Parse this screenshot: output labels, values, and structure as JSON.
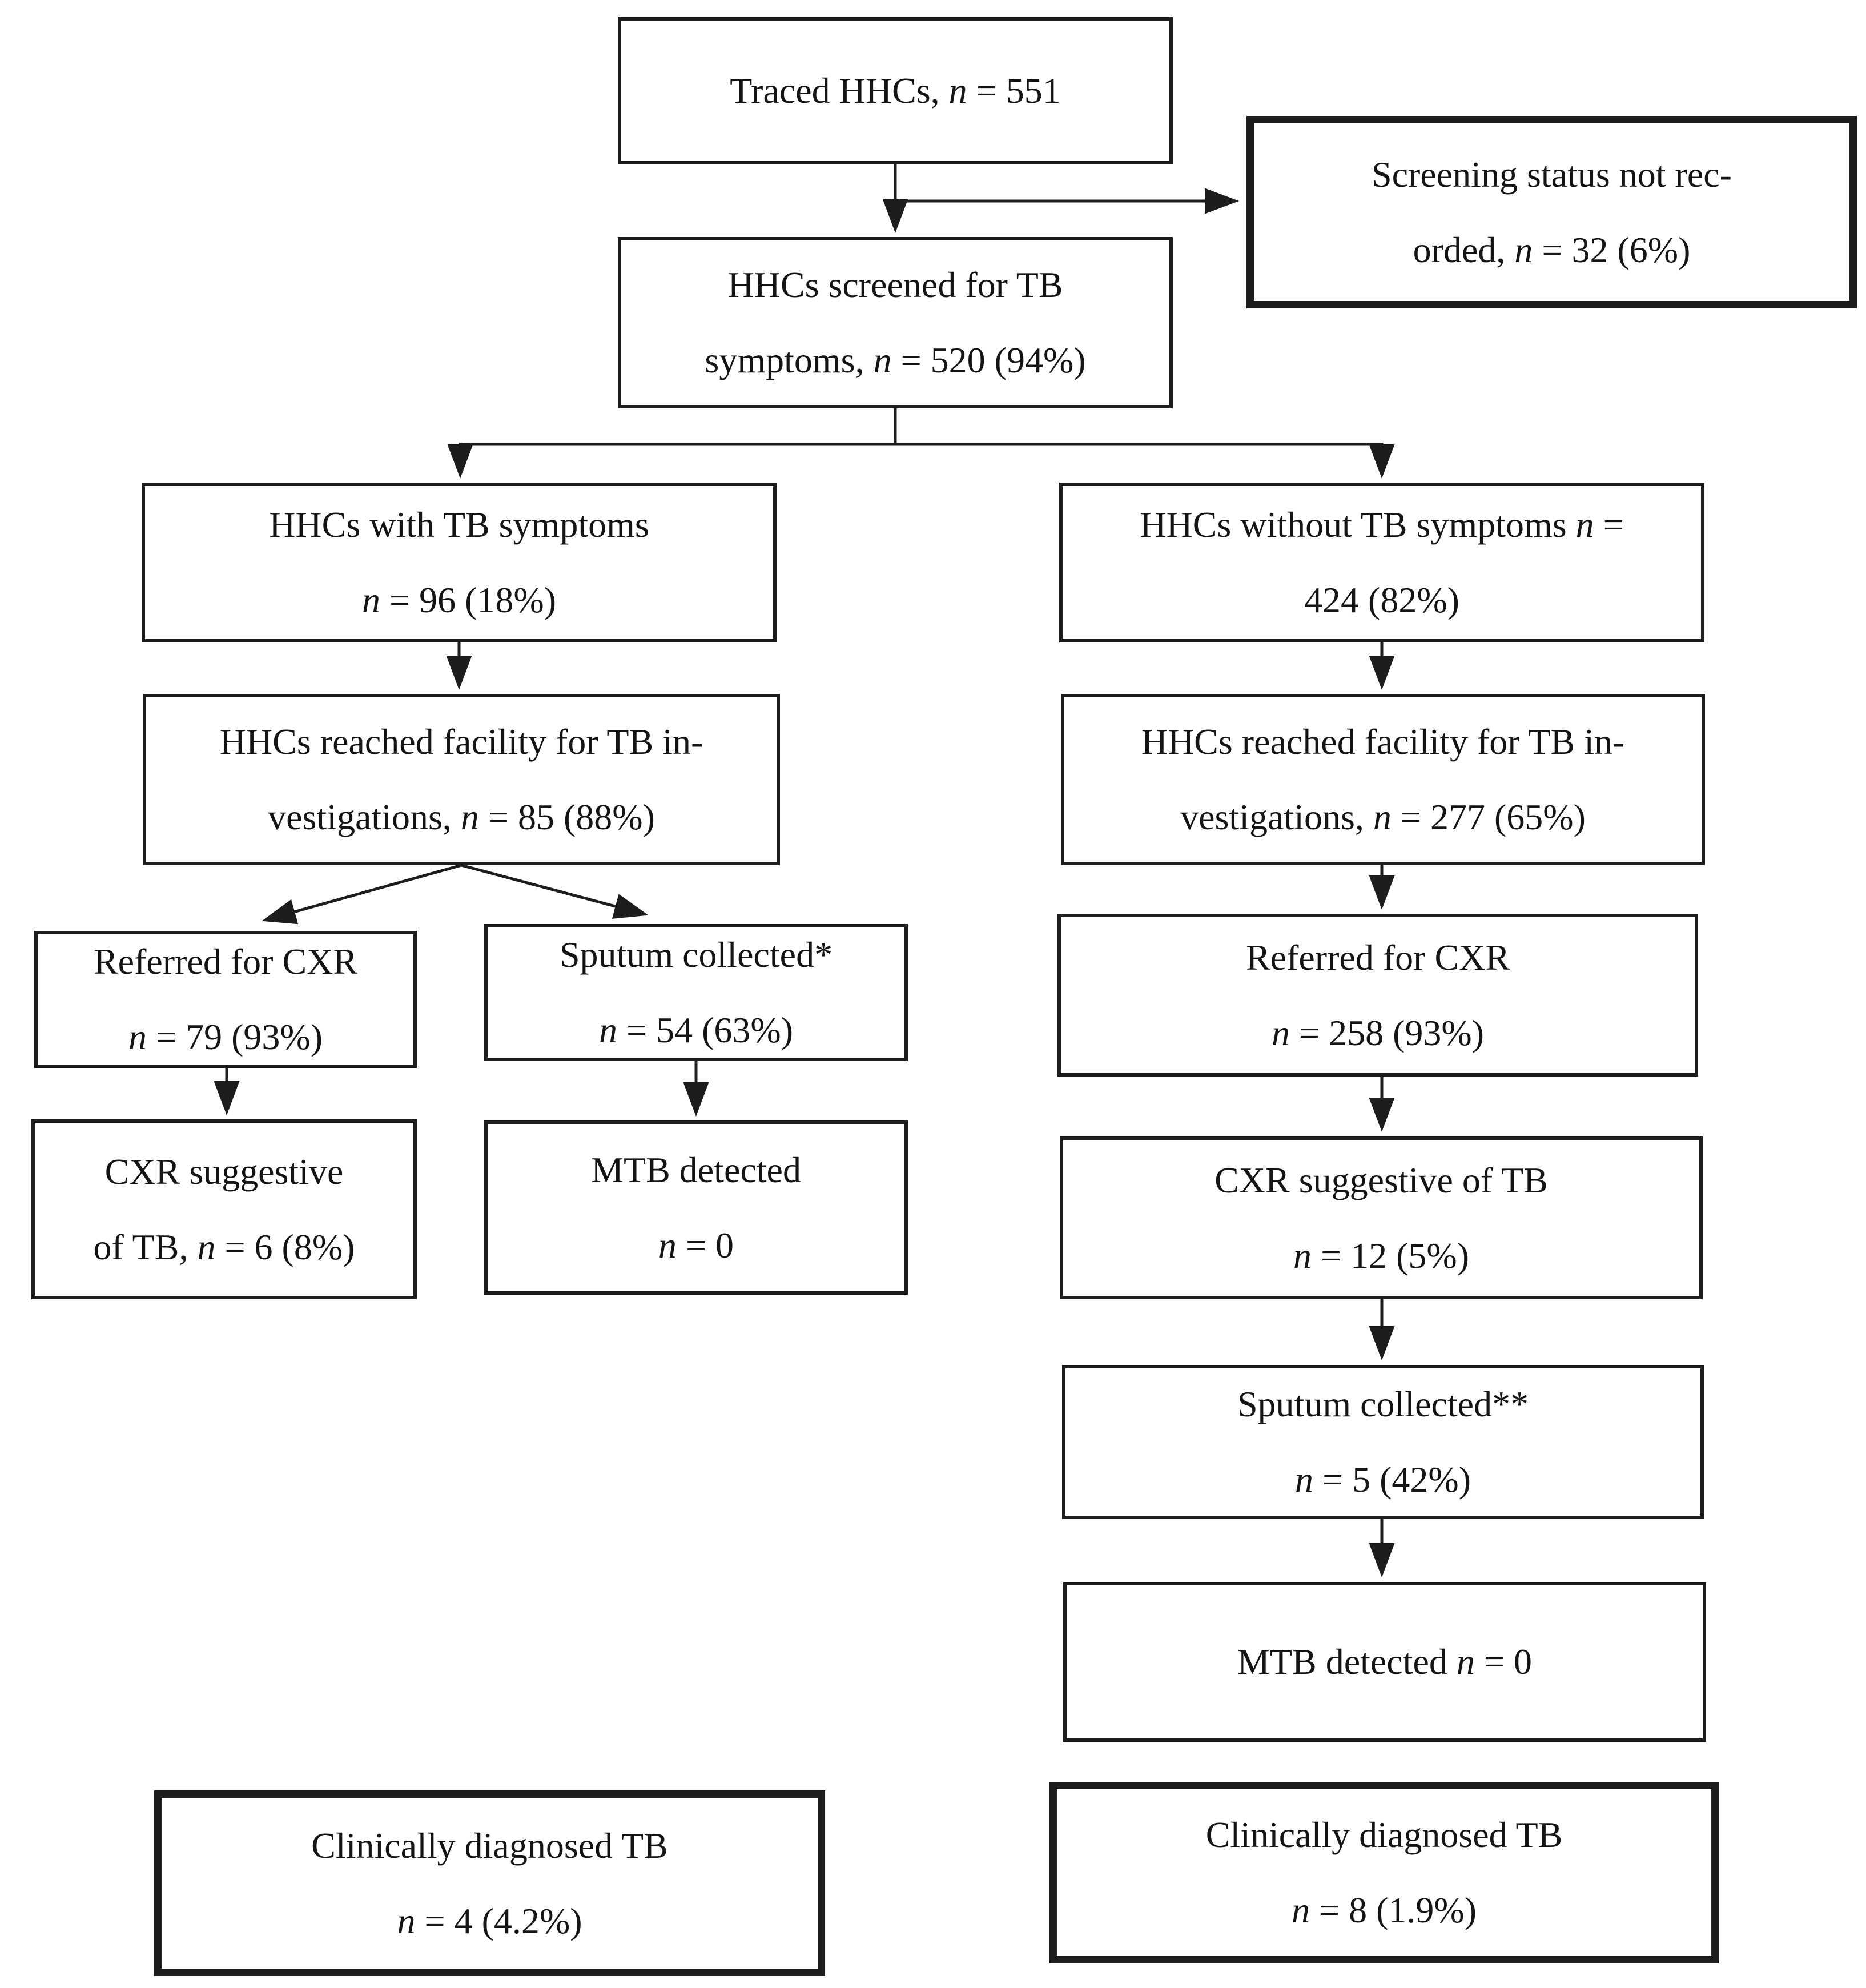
{
  "figure": {
    "title": "TB household contact (HHC) screening cascade flowchart",
    "type": "flowchart",
    "background": "#ffffff",
    "line_color": "#1d1d1d",
    "text_color": "#141414"
  },
  "boxes": [
    {
      "id": "traced",
      "emphasis": false,
      "lines": [
        [
          {
            "t": "Traced HHCs, "
          },
          {
            "t": "n",
            "i": true
          },
          {
            "t": " = 551"
          }
        ]
      ]
    },
    {
      "id": "screening_status",
      "emphasis": true,
      "lines": [
        [
          {
            "t": "Screening status not rec-"
          }
        ],
        [
          {
            "t": "orded, "
          },
          {
            "t": "n",
            "i": true
          },
          {
            "t": " = 32 (6%)"
          }
        ]
      ]
    },
    {
      "id": "screened",
      "emphasis": false,
      "lines": [
        [
          {
            "t": "HHCs screened for TB"
          }
        ],
        [
          {
            "t": "symptoms, "
          },
          {
            "t": "n",
            "i": true
          },
          {
            "t": " = 520 (94%)"
          }
        ]
      ]
    },
    {
      "id": "with_symptoms",
      "emphasis": false,
      "lines": [
        [
          {
            "t": "HHCs with TB symptoms"
          }
        ],
        [
          {
            "t": "n",
            "i": true
          },
          {
            "t": " = 96 (18%)"
          }
        ]
      ]
    },
    {
      "id": "without_symptoms",
      "emphasis": false,
      "lines": [
        [
          {
            "t": "HHCs without TB symptoms "
          },
          {
            "t": "n",
            "i": true
          },
          {
            "t": " ="
          }
        ],
        [
          {
            "t": "424 (82%)"
          }
        ]
      ]
    },
    {
      "id": "reached_left",
      "emphasis": false,
      "lines": [
        [
          {
            "t": "HHCs reached facility for TB in-"
          }
        ],
        [
          {
            "t": "vestigations, "
          },
          {
            "t": "n",
            "i": true
          },
          {
            "t": " = 85 (88%)"
          }
        ]
      ]
    },
    {
      "id": "reached_right",
      "emphasis": false,
      "lines": [
        [
          {
            "t": "HHCs reached facility for TB in-"
          }
        ],
        [
          {
            "t": "vestigations, "
          },
          {
            "t": "n",
            "i": true
          },
          {
            "t": " = 277 (65%)"
          }
        ]
      ]
    },
    {
      "id": "referred_left",
      "emphasis": false,
      "lines": [
        [
          {
            "t": "Referred for CXR"
          }
        ],
        [
          {
            "t": "n",
            "i": true
          },
          {
            "t": " = 79 (93%)"
          }
        ]
      ]
    },
    {
      "id": "sputum_left",
      "emphasis": false,
      "lines": [
        [
          {
            "t": "Sputum collected*"
          }
        ],
        [
          {
            "t": "n",
            "i": true
          },
          {
            "t": " = 54 (63%)"
          }
        ]
      ]
    },
    {
      "id": "cxr_left",
      "emphasis": false,
      "lines": [
        [
          {
            "t": "CXR suggestive"
          }
        ],
        [
          {
            "t": "of TB, "
          },
          {
            "t": "n",
            "i": true
          },
          {
            "t": " = 6 (8%)"
          }
        ]
      ]
    },
    {
      "id": "mtb_left",
      "emphasis": false,
      "lines": [
        [
          {
            "t": "MTB detected"
          }
        ],
        [
          {
            "t": "n",
            "i": true
          },
          {
            "t": " = 0"
          }
        ]
      ]
    },
    {
      "id": "referred_right",
      "emphasis": false,
      "lines": [
        [
          {
            "t": "Referred for CXR"
          }
        ],
        [
          {
            "t": "n",
            "i": true
          },
          {
            "t": " = 258 (93%)"
          }
        ]
      ]
    },
    {
      "id": "cxr_right",
      "emphasis": false,
      "lines": [
        [
          {
            "t": "CXR suggestive of TB"
          }
        ],
        [
          {
            "t": "n",
            "i": true
          },
          {
            "t": " = 12 (5%)"
          }
        ]
      ]
    },
    {
      "id": "sputum_right",
      "emphasis": false,
      "lines": [
        [
          {
            "t": "Sputum collected**"
          }
        ],
        [
          {
            "t": "n",
            "i": true
          },
          {
            "t": " = 5 (42%)"
          }
        ]
      ]
    },
    {
      "id": "mtb_right",
      "emphasis": false,
      "lines": [
        [
          {
            "t": "MTB detected "
          },
          {
            "t": "n",
            "i": true
          },
          {
            "t": " = 0"
          }
        ]
      ]
    },
    {
      "id": "clinical_left",
      "emphasis": true,
      "lines": [
        [
          {
            "t": "Clinically diagnosed TB"
          }
        ],
        [
          {
            "t": "n",
            "i": true
          },
          {
            "t": " = 4 (4.2%)"
          }
        ]
      ]
    },
    {
      "id": "clinical_right",
      "emphasis": true,
      "lines": [
        [
          {
            "t": "Clinically diagnosed TB"
          }
        ],
        [
          {
            "t": "n",
            "i": true
          },
          {
            "t": " = 8 (1.9%)"
          }
        ]
      ]
    }
  ],
  "edges": [
    {
      "from": "traced",
      "to": "screened"
    },
    {
      "from": "traced",
      "to": "screening_status"
    },
    {
      "from": "screened",
      "to": "with_symptoms"
    },
    {
      "from": "screened",
      "to": "without_symptoms"
    },
    {
      "from": "with_symptoms",
      "to": "reached_left"
    },
    {
      "from": "without_symptoms",
      "to": "reached_right"
    },
    {
      "from": "reached_left",
      "to": "referred_left"
    },
    {
      "from": "reached_left",
      "to": "sputum_left"
    },
    {
      "from": "referred_left",
      "to": "cxr_left"
    },
    {
      "from": "sputum_left",
      "to": "mtb_left"
    },
    {
      "from": "reached_right",
      "to": "referred_right"
    },
    {
      "from": "referred_right",
      "to": "cxr_right"
    },
    {
      "from": "cxr_right",
      "to": "sputum_right"
    },
    {
      "from": "sputum_right",
      "to": "mtb_right"
    }
  ]
}
